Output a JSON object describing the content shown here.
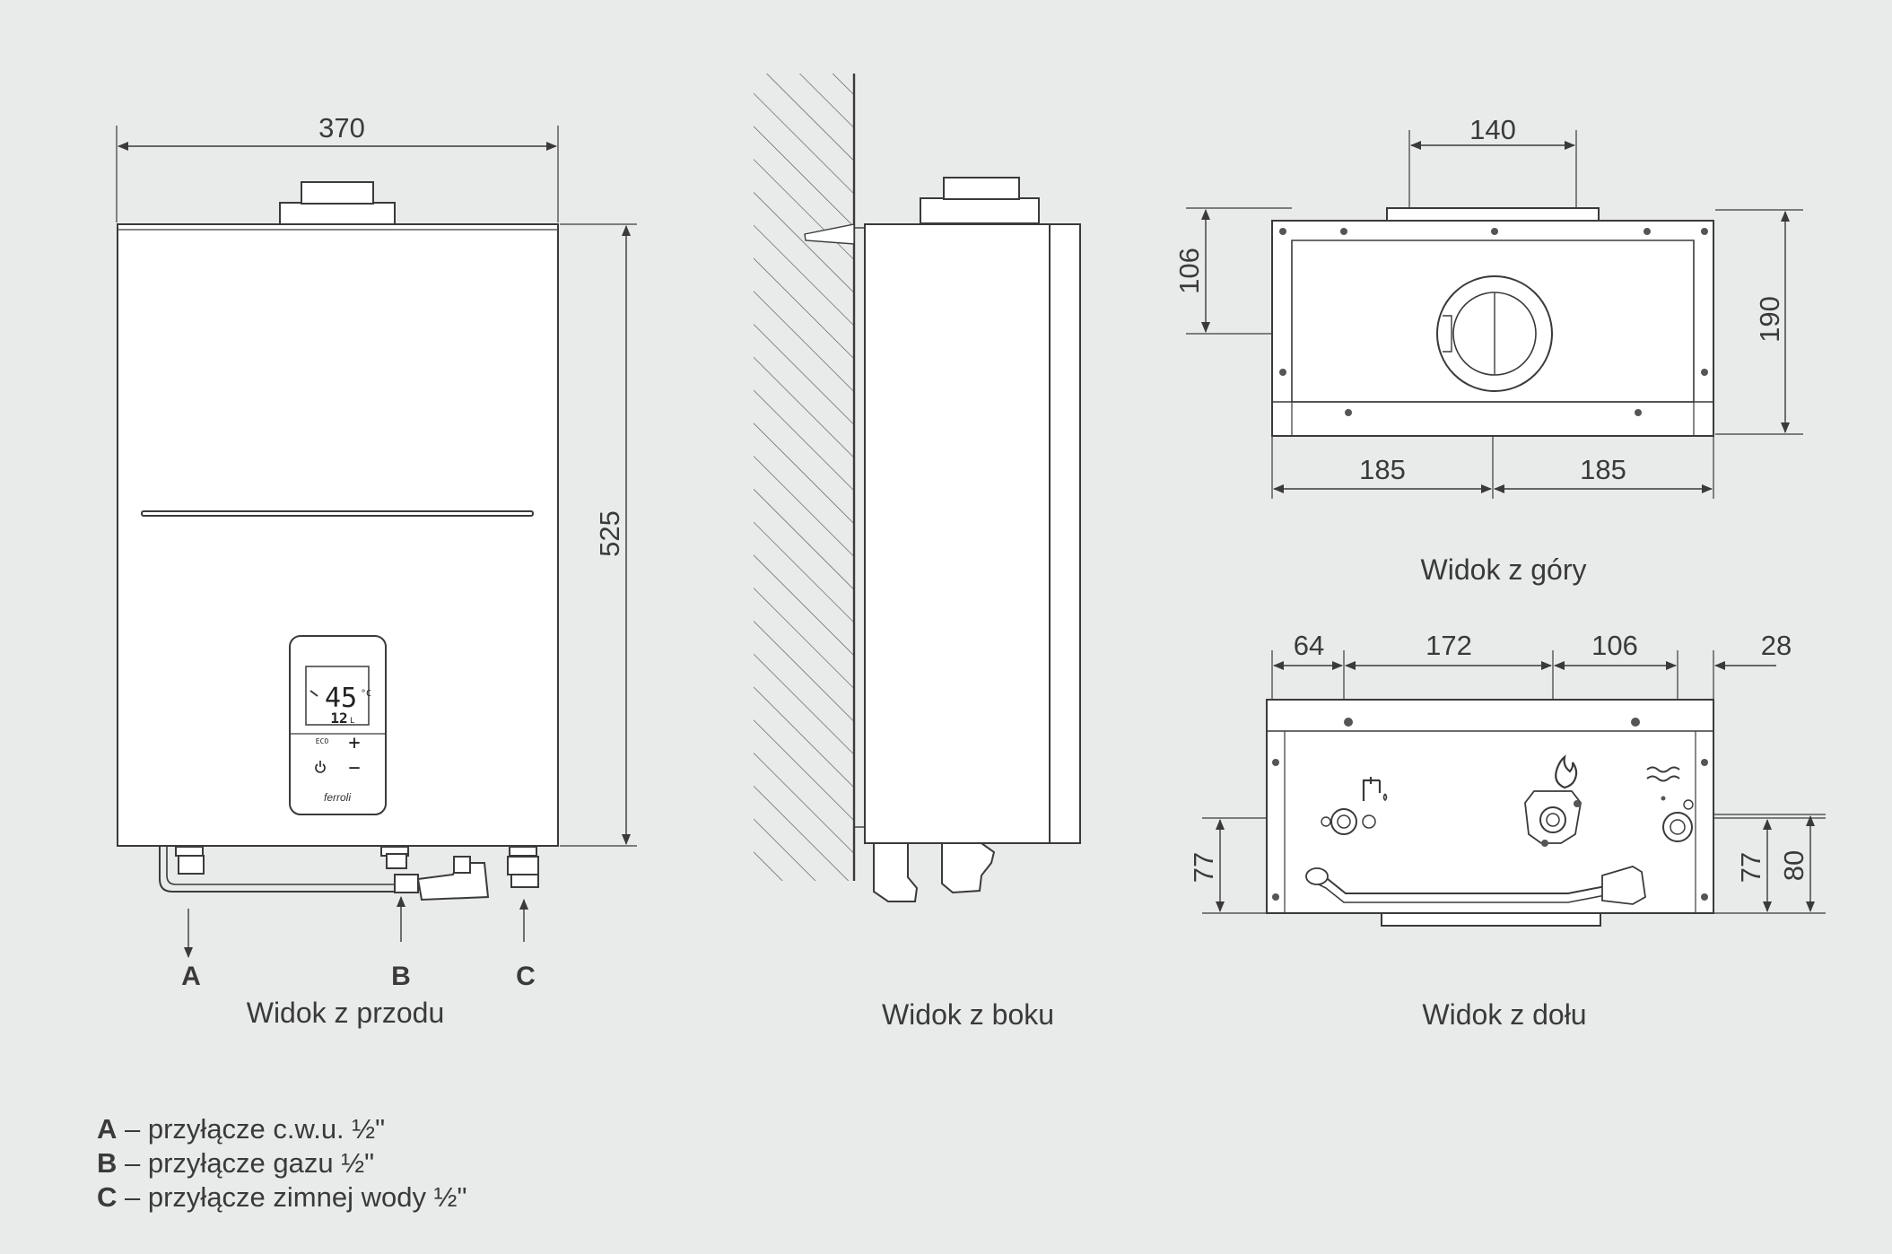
{
  "front_view": {
    "caption": "Widok z przodu",
    "width_dim": "370",
    "height_dim": "525",
    "conn_a": "A",
    "conn_b": "B",
    "conn_c": "C",
    "panel": {
      "temperature": "45",
      "temp_unit": "°C",
      "flow": "12",
      "flow_unit": "L",
      "eco_label": "ECO",
      "plus": "+",
      "minus": "−",
      "power_icon": "power-icon",
      "brand": "ferroli"
    }
  },
  "side_view": {
    "caption": "Widok z boku"
  },
  "top_view": {
    "caption": "Widok z góry",
    "flue_width_dim": "140",
    "flue_offset_dim": "106",
    "depth_dim": "190",
    "left_half_dim": "185",
    "right_half_dim": "185"
  },
  "bottom_view": {
    "caption": "Widok z dołu",
    "dim_64": "64",
    "dim_172": "172",
    "dim_106": "106",
    "dim_28": "28",
    "dim_77_left": "77",
    "dim_77_right": "77",
    "dim_80": "80",
    "icons": [
      "tap-icon",
      "flame-icon",
      "water-waves-icon"
    ]
  },
  "legend": [
    {
      "key": "A",
      "text": "– przyłącze c.w.u. ½\""
    },
    {
      "key": "B",
      "text": "– przyłącze gazu ½\""
    },
    {
      "key": "C",
      "text": "– przyłącze zimnej wody ½\""
    }
  ],
  "colors": {
    "background": "#e9eaea",
    "line": "#3a3a3a",
    "body_fill": "#ffffff"
  }
}
